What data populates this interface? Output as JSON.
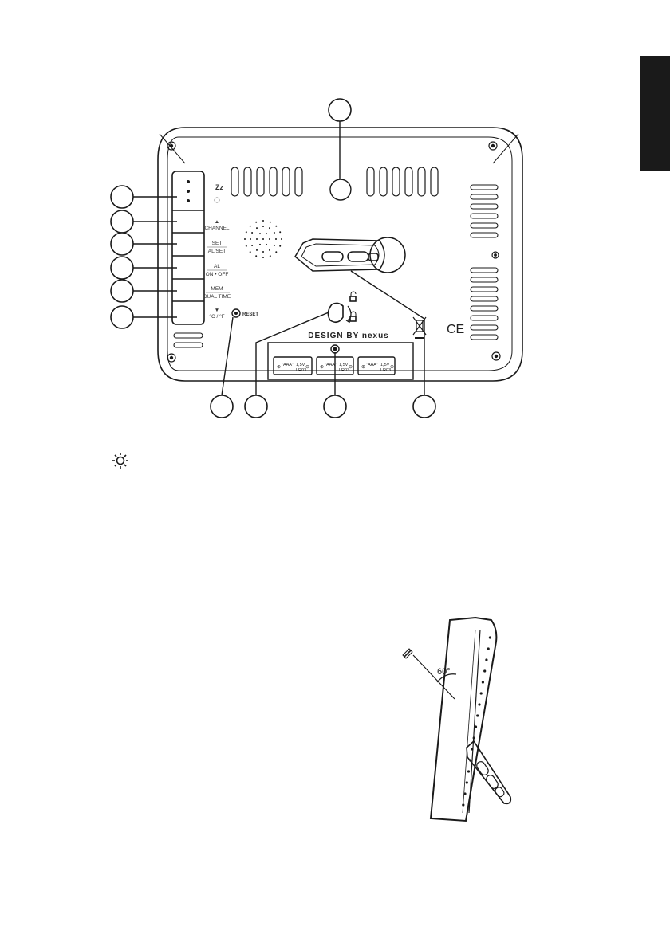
{
  "device": {
    "buttons": [
      {
        "top": "",
        "bottom": ""
      },
      {
        "top": "▲",
        "bottom": "CHANNEL"
      },
      {
        "top": "SET",
        "bottom": "AL/SET"
      },
      {
        "top": "AL",
        "bottom": "ON • OFF"
      },
      {
        "top": "MEM",
        "bottom": "DUAL TIME"
      },
      {
        "top": "▼",
        "bottom": "°C / °F"
      }
    ],
    "snooze_label": "Zz",
    "reset_label": "RESET",
    "brand_text": "DESIGN BY nexus",
    "ce_mark": "CE",
    "batteries": [
      {
        "type": "AAA",
        "voltage": "1,5V",
        "code": "LR03"
      },
      {
        "type": "AAA",
        "voltage": "1,5V",
        "code": "LR03"
      },
      {
        "type": "AAA",
        "voltage": "1,5V",
        "code": "LR03"
      }
    ]
  },
  "side_view": {
    "angle_label": "60°"
  },
  "colors": {
    "line": "#1a1a1a",
    "tab": "#1a1a1a"
  }
}
